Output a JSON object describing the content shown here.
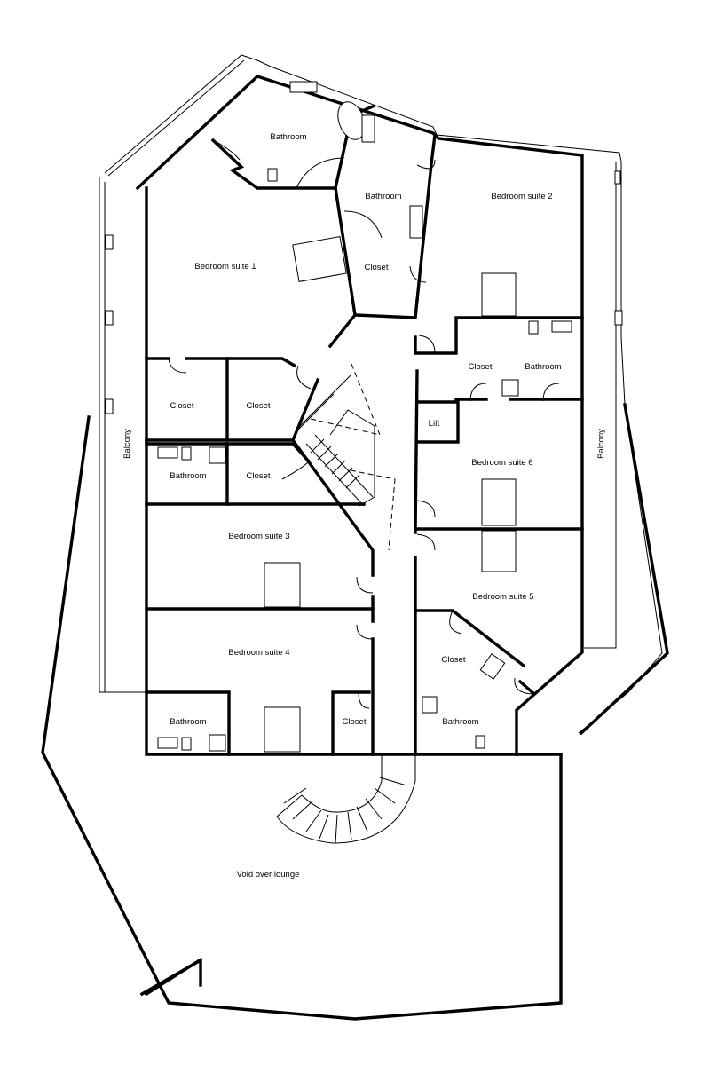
{
  "rooms": {
    "bathroom_nw": "Bathroom",
    "bathroom_n": "Bathroom",
    "bedroom_suite_1": "Bedroom suite 1",
    "bedroom_suite_2": "Bedroom suite 2",
    "closet_n": "Closet",
    "closet_ne": "Closet",
    "bathroom_ne": "Bathroom",
    "lift": "Lift",
    "closet_w1": "Closet",
    "closet_w2": "Closet",
    "bathroom_w": "Bathroom",
    "closet_w3": "Closet",
    "bedroom_suite_6": "Bedroom suite 6",
    "bedroom_suite_3": "Bedroom suite 3",
    "bedroom_suite_5": "Bedroom suite 5",
    "bedroom_suite_4": "Bedroom suite 4",
    "closet_se": "Closet",
    "bathroom_sw": "Bathroom",
    "closet_s": "Closet",
    "bathroom_se": "Bathroom",
    "void": "Void over lounge"
  },
  "balconies": {
    "west": "Balcony",
    "east": "Balcony"
  }
}
